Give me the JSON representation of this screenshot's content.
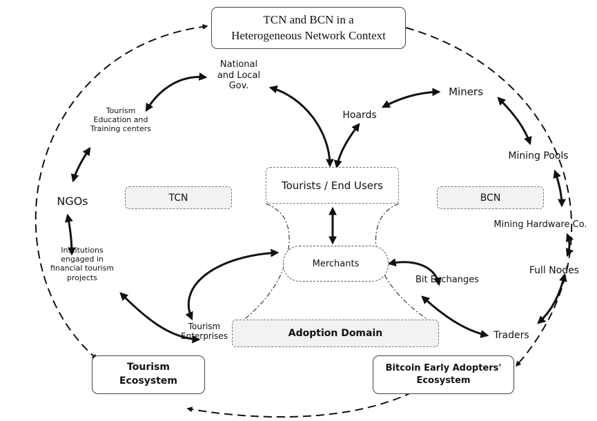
{
  "title": {
    "line1": "TCN and BCN in a",
    "line2": "Heterogeneous Network Context"
  },
  "tcn_side": {
    "national_gov": [
      "National",
      "and Local",
      "Gov."
    ],
    "tourism_education": [
      "Tourism",
      "Education and",
      "Training centers"
    ],
    "ngos": "NGOs",
    "institutions": [
      "Institutions",
      "engaged in",
      "financial tourism",
      "projects"
    ],
    "tourism_enterprises": [
      "Tourism",
      "Enterprises"
    ],
    "tcn_label": "TCN",
    "tourism_ecosystem": [
      "Tourism",
      "Ecosystem"
    ]
  },
  "center": {
    "tourists": "Tourists / End Users",
    "merchants": "Merchants",
    "adoption_domain": "Adoption Domain"
  },
  "bcn_side": {
    "hoards": "Hoards",
    "miners": "Miners",
    "mining_pools": "Mining Pools",
    "bcn_label": "BCN",
    "mining_hardware": "Mining Hardware Co.",
    "full_nodes": "Full Nodes",
    "bit_exchanges": "Bit Exchanges",
    "traders": "Traders",
    "bitcoin_ecosystem": [
      "Bitcoin Early Adopters'",
      "Ecosystem"
    ]
  }
}
